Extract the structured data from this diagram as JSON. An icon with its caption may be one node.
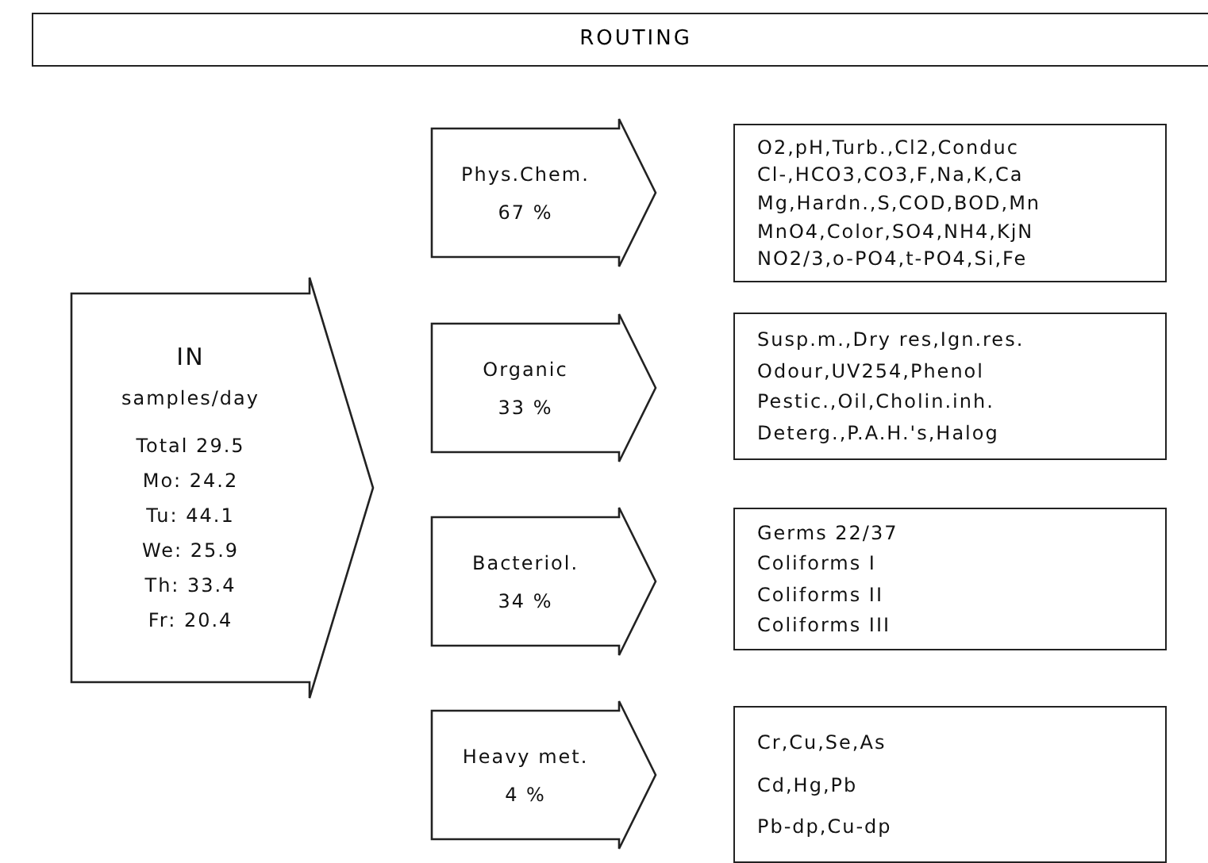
{
  "diagram": {
    "title": "ROUTING",
    "nodes": [
      {
        "text": [
          "IN",
          "samples/day",
          "Total 29.5",
          "Mo: 24.2",
          "Tu: 44.1",
          "We: 25.9",
          "Th: 33.4",
          "Fr: 20.4"
        ]
      },
      {
        "text": [
          "Phys.Chem.",
          "67 %"
        ]
      },
      {
        "text": [
          "O2,pH,Turb.,Cl2,Conduc",
          "Cl-,HCO3,CO3,F,Na,K,Ca",
          "Mg,Hardn.,S,COD,BOD,Mn",
          "MnO4,Color,SO4,NH4,KjN",
          "NO2/3,o-PO4,t-PO4,Si,Fe"
        ]
      },
      {
        "text": [
          "Organic",
          "33 %"
        ]
      },
      {
        "text": [
          "Susp.m.,Dry res,Ign.res.",
          "Odour,UV254,Phenol",
          "Pestic.,Oil,Cholin.inh.",
          "Deterg.,P.A.H.'s,Halog"
        ]
      },
      {
        "text": [
          "Bacteriol.",
          "34 %"
        ]
      },
      {
        "text": [
          "Germs 22/37",
          "Coliforms I",
          "Coliforms II",
          "Coliforms III"
        ]
      },
      {
        "text": [
          "Heavy met.",
          "4 %"
        ]
      },
      {
        "text": [
          "Cr,Cu,Se,As",
          "Cd,Hg,Pb",
          "Pb-dp,Cu-dp"
        ]
      }
    ]
  }
}
